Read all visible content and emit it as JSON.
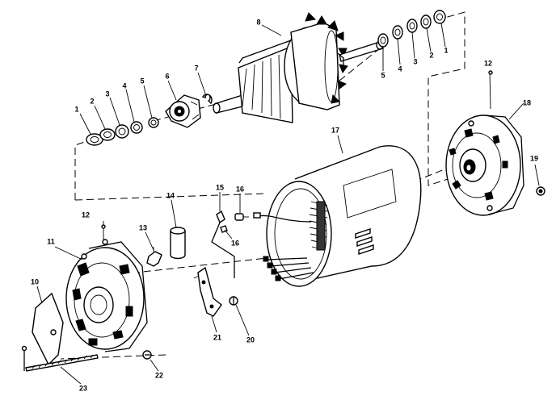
{
  "diagram": {
    "callouts": {
      "c1_left": "1",
      "c2_left": "2",
      "c3_left": "3",
      "c4_left": "4",
      "c5_left": "5",
      "c6": "6",
      "c7": "7",
      "c8": "8",
      "c5_right": "5",
      "c4_right": "4",
      "c3_right": "3",
      "c2_right": "2",
      "c1_right": "1",
      "c12_right": "12",
      "c18": "18",
      "c19": "19",
      "c17": "17",
      "c15": "15",
      "c16_top": "16",
      "c16_bottom": "16",
      "c14": "14",
      "c13": "13",
      "c12_left": "12",
      "c11": "11",
      "c10": "10",
      "c20": "20",
      "c21": "21",
      "c22": "22",
      "c23": "23"
    },
    "line_color": "#000000",
    "background": "#ffffff"
  }
}
